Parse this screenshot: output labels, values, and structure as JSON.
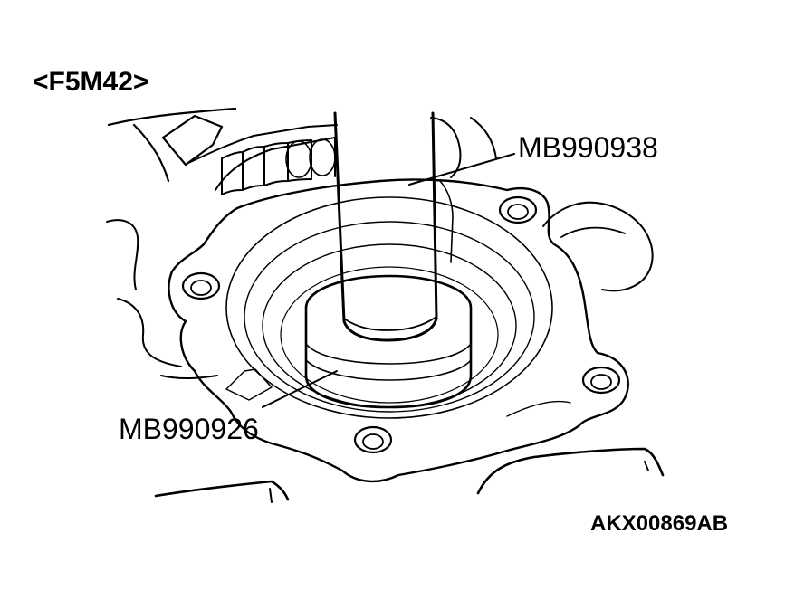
{
  "labels": {
    "model": "<F5M42>",
    "tool_driver": "MB990938",
    "tool_installer": "MB990926",
    "figure_code": "AKX00869AB"
  }
}
